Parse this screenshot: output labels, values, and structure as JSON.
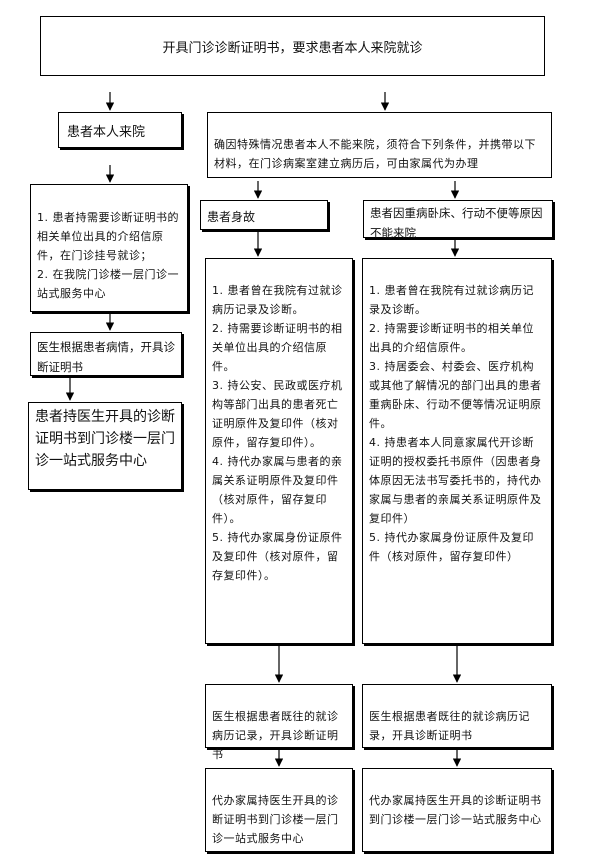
{
  "title": "开具门诊诊断证明书，要求患者本人来院就诊",
  "left": {
    "header": "患者本人来院",
    "materials": "1. 患者持需要诊断证明书的相关单位出具的介绍信原件，在门诊挂号就诊；\n2. 在我院门诊楼一层门诊一站式服务中心",
    "doctor": "医生根据患者病情，开具诊断证明书",
    "result": "患者持医生开具的诊断证明书到门诊楼一层门诊一站式服务中心"
  },
  "right": {
    "header": "确因特殊情况患者本人不能来院，须符合下列条件，并携带以下材料，在门诊病案室建立病历后，可由家属代为办理",
    "deceased": {
      "label": "患者身故",
      "materials": "1. 患者曾在我院有过就诊病历记录及诊断。\n2. 持需要诊断证明书的相关单位出具的介绍信原件。\n3. 持公安、民政或医疗机构等部门出具的患者死亡证明原件及复印件（核对原件，留存复印件）。\n4. 持代办家属与患者的亲属关系证明原件及复印件（核对原件，留存复印件）。\n5. 持代办家属身份证原件及复印件（核对原件，留存复印件）。",
      "doctor": "医生根据患者既往的就诊病历记录，开具诊断证明书",
      "result": "代办家属持医生开具的诊断证明书到门诊楼一层门诊一站式服务中心"
    },
    "bedridden": {
      "label": "患者因重病卧床、行动不便等原因不能来院",
      "materials": "1. 患者曾在我院有过就诊病历记录及诊断。\n2. 持需要诊断证明书的相关单位出具的介绍信原件。\n3. 持居委会、村委会、医疗机构或其他了解情况的部门出具的患者重病卧床、行动不便等情况证明原件。\n4. 持患者本人同意家属代开诊断证明的授权委托书原件（因患者身体原因无法书写委托书的，持代办家属与患者的亲属关系证明原件及复印件）\n5. 持代办家属身份证原件及复印件（核对原件，留存复印件）",
      "doctor": "医生根据患者既往的就诊病历记录，开具诊断证明书",
      "result": "代办家属持医生开具的诊断证明书到门诊楼一层门诊一站式服务中心"
    }
  }
}
